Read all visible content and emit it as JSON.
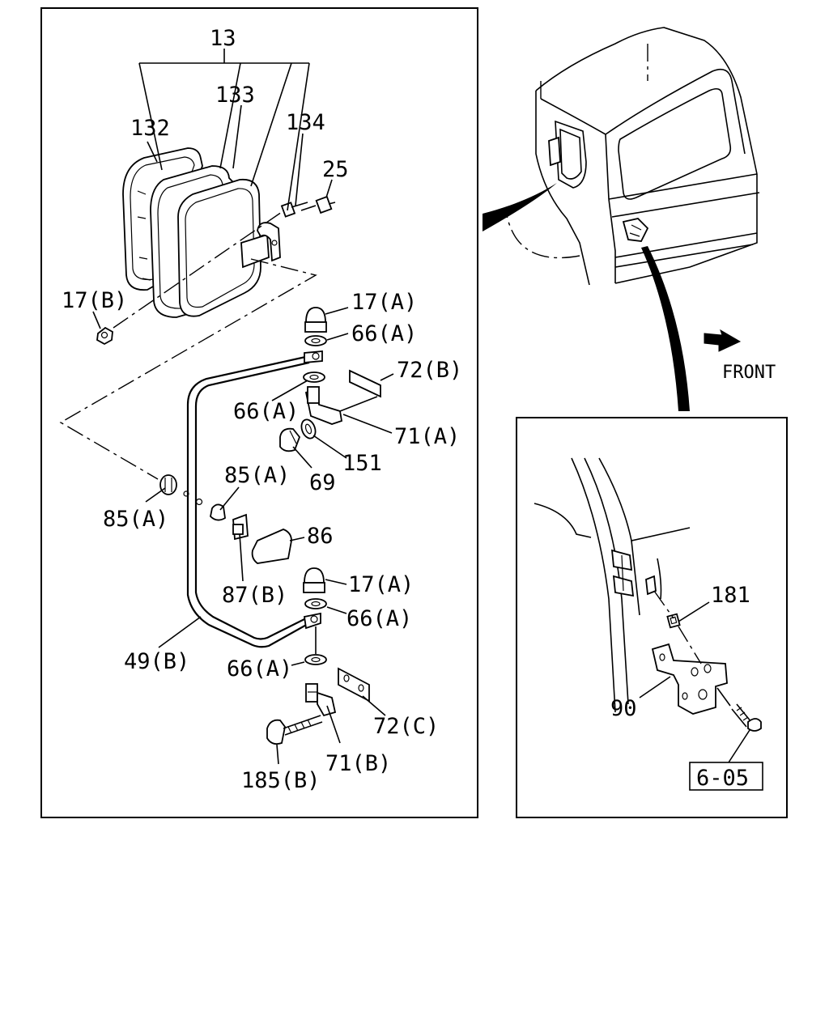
{
  "left_panel": {
    "labels": {
      "l13": "13",
      "l133": "133",
      "l132": "132",
      "l134": "134",
      "l25": "25",
      "l17b": "17(B)",
      "l17a_top": "17(A)",
      "l66a_1": "66(A)",
      "l72b": "72(B)",
      "l66a_2": "66(A)",
      "l71a": "71(A)",
      "l151": "151",
      "l69": "69",
      "l85a_1": "85(A)",
      "l85a_2": "85(A)",
      "l86": "86",
      "l87b": "87(B)",
      "l17a_bot": "17(A)",
      "l66a_3": "66(A)",
      "l49b": "49(B)",
      "l66a_4": "66(A)",
      "l72c": "72(C)",
      "l71b": "71(B)",
      "l185b": "185(B)"
    }
  },
  "top_right": {
    "front_label": "FRONT"
  },
  "right_panel": {
    "labels": {
      "l181": "181",
      "l90": "90",
      "ref": "6-05"
    }
  }
}
